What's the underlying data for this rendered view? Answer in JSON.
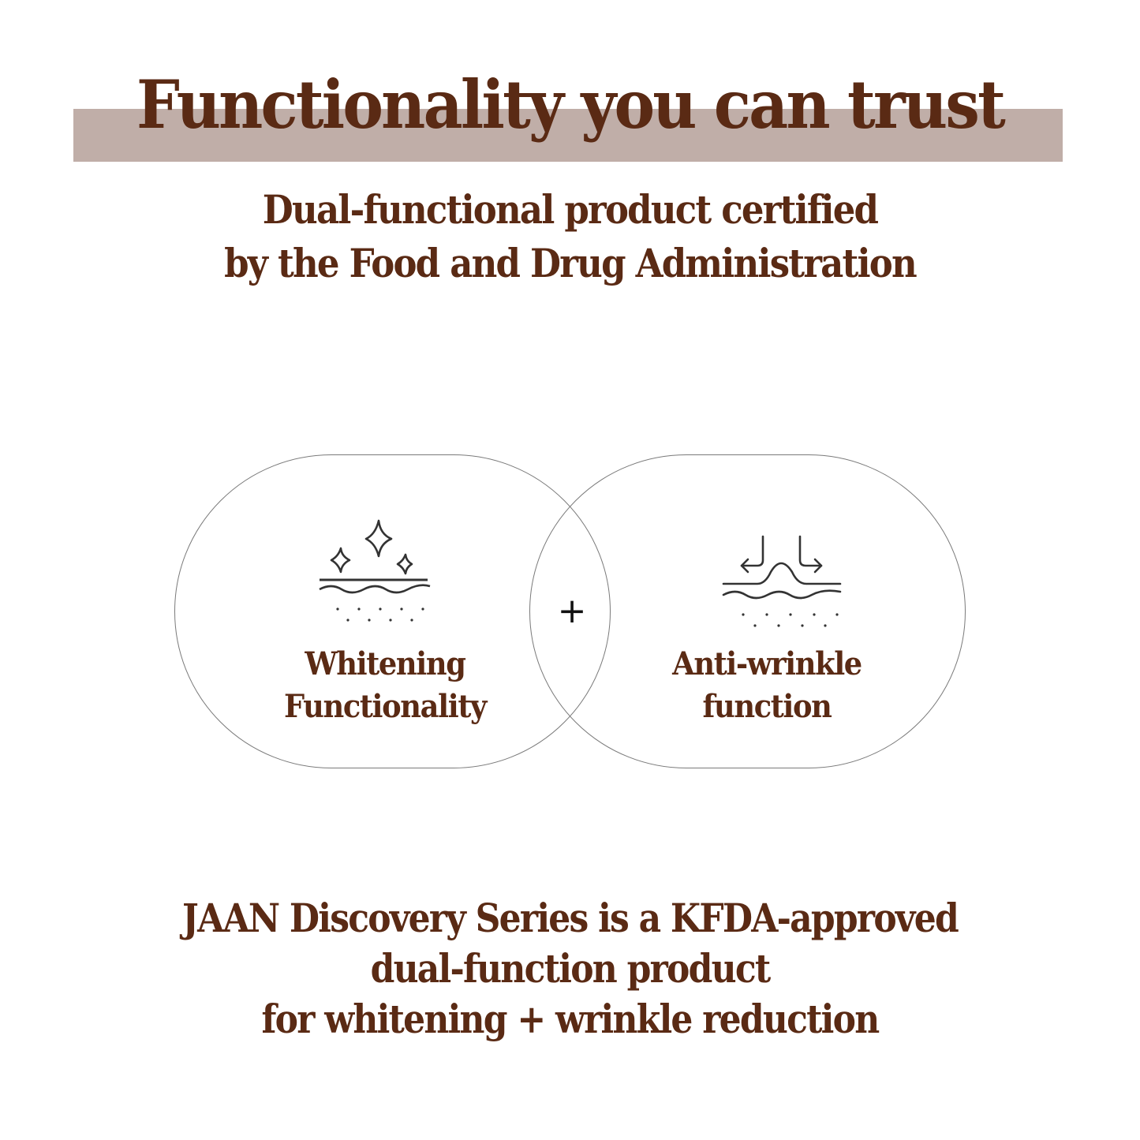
{
  "header": {
    "title": "Functionality you can trust",
    "subtitle_lines": [
      "Dual-functional product certified",
      "by the Food and Drug Administration"
    ]
  },
  "features": [
    {
      "icon": "sparkle-skin-icon",
      "label_lines": [
        "Whitening",
        "Functionality"
      ]
    },
    {
      "icon": "skin-lift-arrows-icon",
      "label_lines": [
        "Anti-wrinkle",
        "function"
      ]
    }
  ],
  "combine_symbol": "+",
  "footer": {
    "lines": [
      "JAAN Discovery Series is a KFDA-approved",
      "dual-function product",
      "for whitening + wrinkle reduction"
    ]
  },
  "colors": {
    "text": "#5a2a14",
    "title_band": "#c0aea8",
    "outline": "#7a7a7a",
    "icon": "#333333"
  }
}
